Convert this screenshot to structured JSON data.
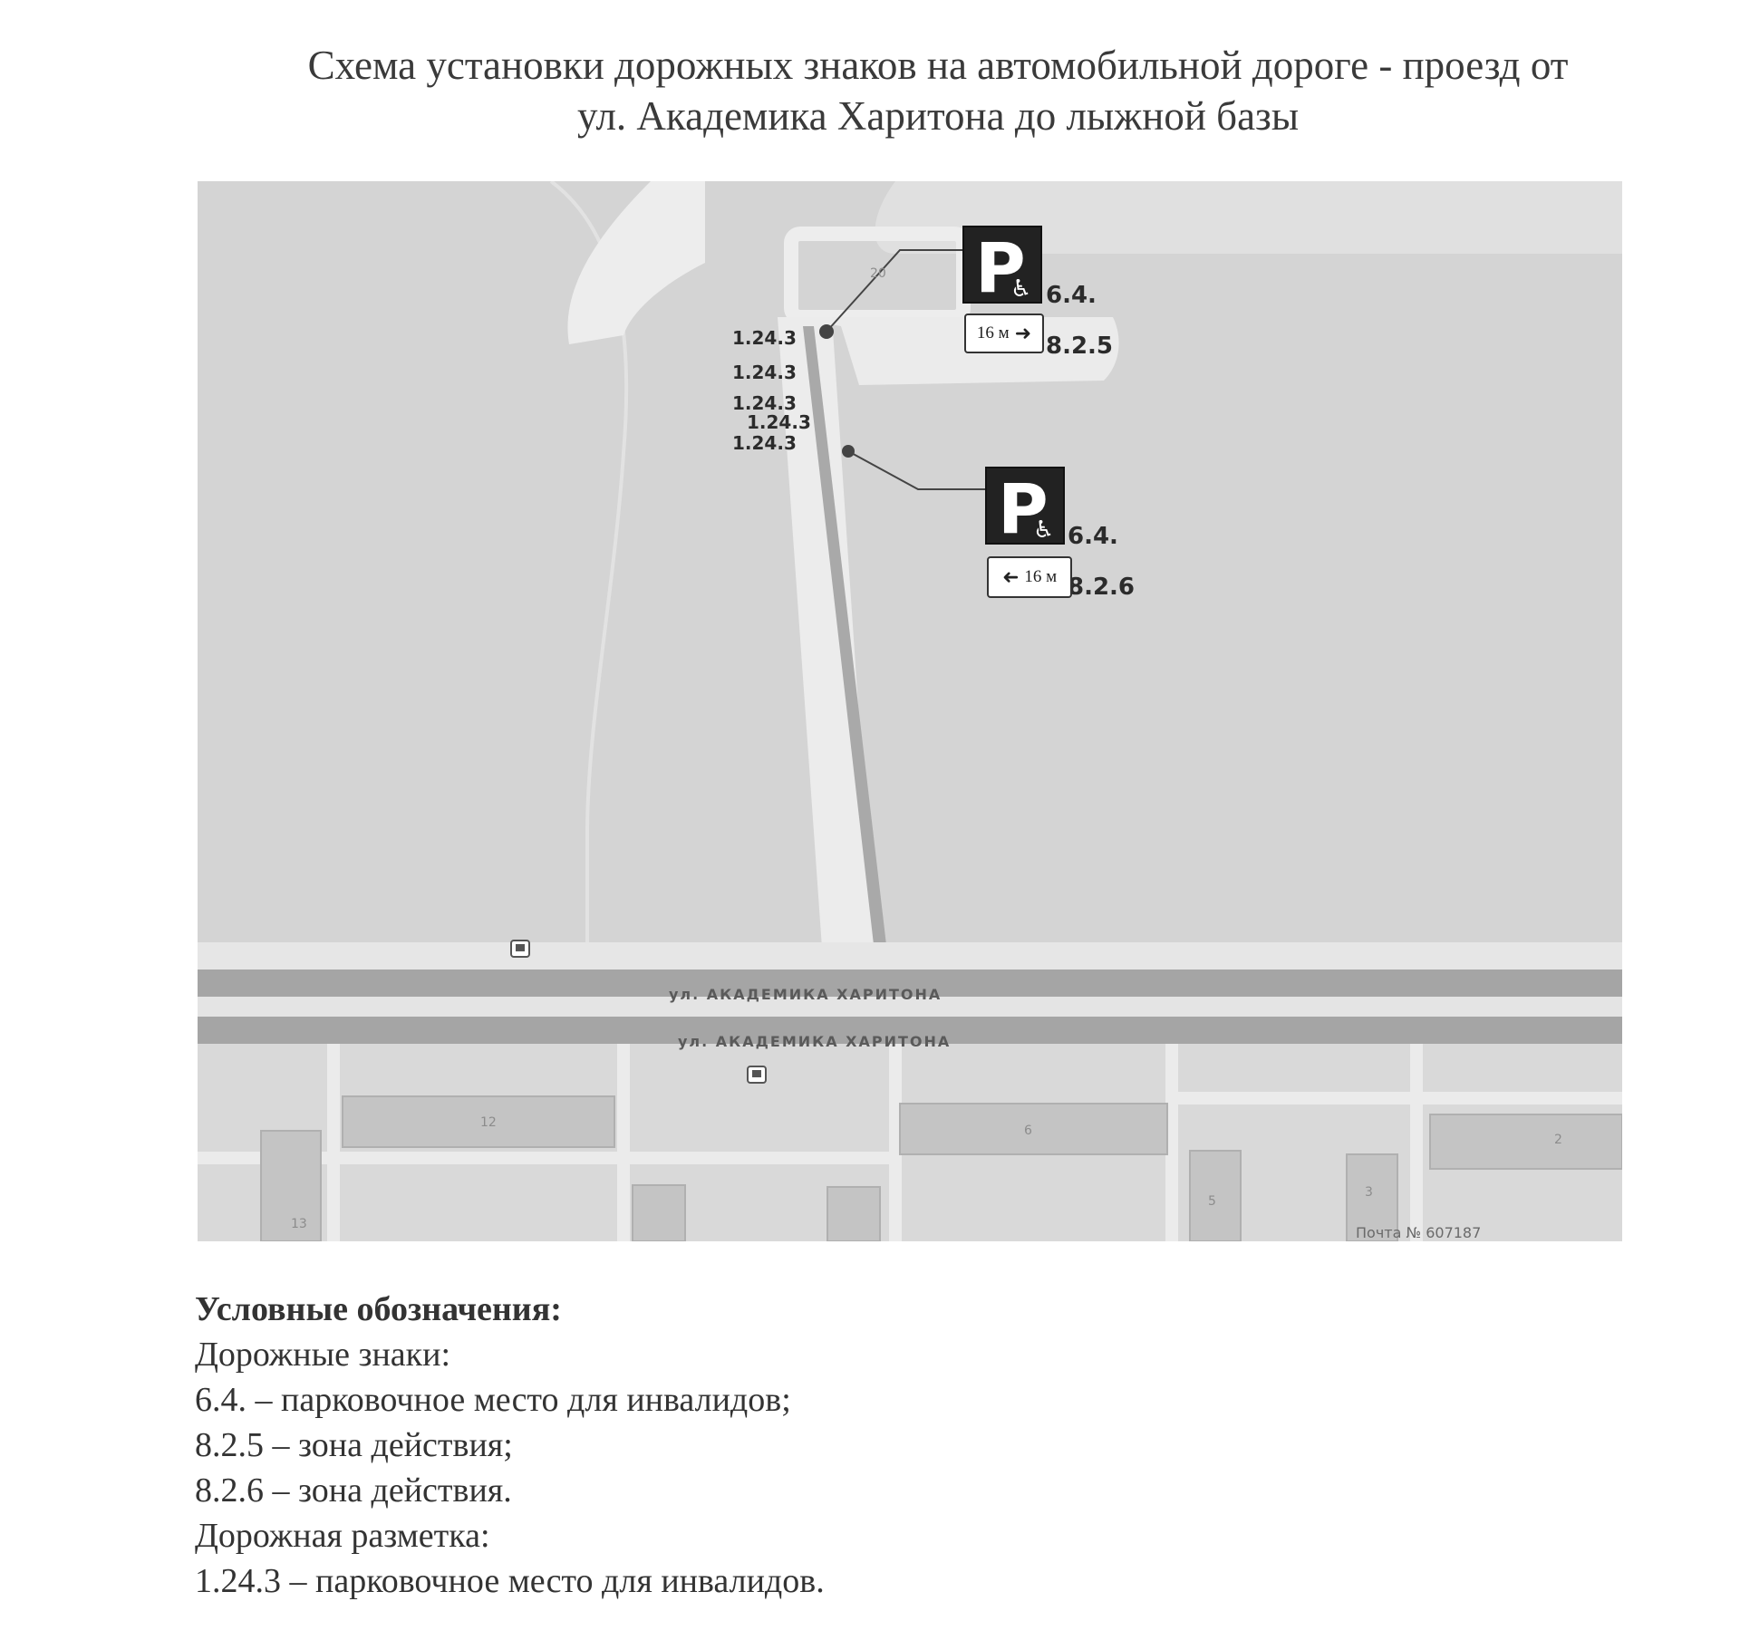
{
  "title": {
    "line1": "Схема установки дорожных знаков на автомобильной дороге  - проезд от",
    "line2": "ул. Академика Харитона до лыжной базы"
  },
  "map": {
    "street_upper": "ул. АКАДЕМИКА ХАРИТОНА",
    "street_lower": "ул. АКАДЕМИКА ХАРИТОНА",
    "house_numbers": [
      "20",
      "12",
      "13",
      "6",
      "5",
      "3",
      "2"
    ],
    "marking_labels": [
      "1.24.3",
      "1.24.3",
      "1.24.3",
      "1.24.3",
      "1.24.3"
    ],
    "sign_top": {
      "code": "6.4.",
      "plate_text": "16 м",
      "plate_code": "8.2.5",
      "plate_arrow": "right"
    },
    "sign_bottom": {
      "code": "6.4.",
      "plate_text": "16 м",
      "plate_code": "8.2.6",
      "plate_arrow": "left"
    },
    "sign_letter": "P",
    "copyright": "Почта № 607187"
  },
  "legend": {
    "heading": "Условные обозначения:",
    "signs_heading": "Дорожные знаки:",
    "items": [
      "6.4. – парковочное место для инвалидов;",
      "8.2.5 – зона действия;",
      "8.2.6 – зона действия."
    ],
    "marking_heading": "Дорожная разметка:",
    "marking_items": [
      "1.24.3 – парковочное место для инвалидов."
    ]
  }
}
